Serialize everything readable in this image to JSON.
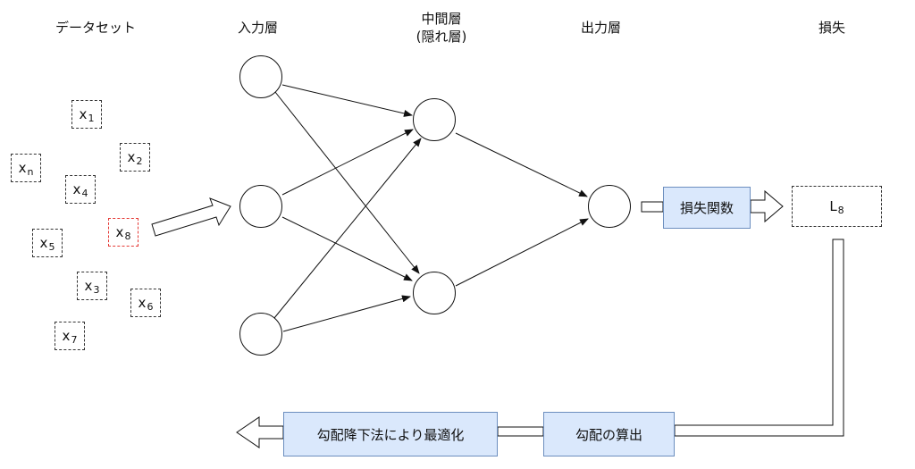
{
  "headers": {
    "dataset": "データセット",
    "input_layer": "入力層",
    "hidden_layer": "中間層",
    "hidden_layer_sub": "(隠れ層)",
    "output_layer": "出力層",
    "loss": "損失"
  },
  "samples": [
    {
      "base": "x",
      "sub": "1"
    },
    {
      "base": "x",
      "sub": "n"
    },
    {
      "base": "x",
      "sub": "2"
    },
    {
      "base": "x",
      "sub": "4"
    },
    {
      "base": "x",
      "sub": "8"
    },
    {
      "base": "x",
      "sub": "5"
    },
    {
      "base": "x",
      "sub": "3"
    },
    {
      "base": "x",
      "sub": "6"
    },
    {
      "base": "x",
      "sub": "7"
    }
  ],
  "loss_value": {
    "base": "L",
    "sub": "8"
  },
  "loss_function": "損失関数",
  "gradient": "勾配の算出",
  "optimize": "勾配降下法により最適化",
  "colors": {
    "process_fill": "#dae8fc",
    "process_border": "#6c8ebf",
    "selected_sample": "#e53935"
  }
}
